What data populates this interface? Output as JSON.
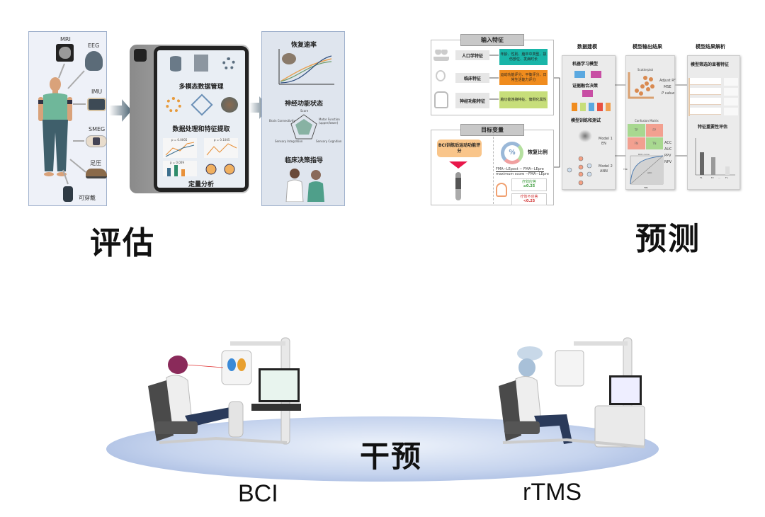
{
  "assessment": {
    "title": "评估",
    "sensors": [
      "MRI",
      "EEG",
      "IMU",
      "SMEG",
      "足压",
      "可穿戴"
    ],
    "tablet_sections": [
      "多模态数据管理",
      "数据处理和特征提取",
      "定量分析"
    ],
    "tablet_pvalues": [
      "p = 0.0005",
      "p = 0.1005",
      "p = 0.009"
    ],
    "outputs": [
      "恢复速率",
      "神经功能状态",
      "临床决策指导"
    ],
    "radar_labels": [
      "Score",
      "Motor Function (upper/lower)",
      "Sensory Cognition",
      "Sensory Integration",
      "Brain Connectivity"
    ]
  },
  "prediction": {
    "title": "预测",
    "input_header": "输入特征",
    "features": [
      {
        "label": "人口学特征",
        "value": "年龄、性别、脑卒中类型、损伤部位、发病时长",
        "color": "#19b5a8"
      },
      {
        "label": "临床特征",
        "value": "运动功能评分、平衡评分、日常生活能力评分",
        "color": "#f08c1e"
      },
      {
        "label": "神经功能特征",
        "value": "脑功能连接特征、偏侧化属性",
        "color": "#c7de7a"
      }
    ],
    "target_header": "目标变量",
    "target_label": "BCI训练后运动功能评分",
    "ratio_label": "恢复比例",
    "formula_numerator": "FMA−LEpost − FMA−LEpre",
    "formula_denominator": "maximum score −FMA−LEpre",
    "responder": {
      "label": "疗效应答",
      "threshold": "≥0.25"
    },
    "nonresponder": {
      "label": "疗效不应答",
      "threshold": "<0.25"
    },
    "columns": {
      "modeling": {
        "header": "数据建模",
        "ml_title": "机器学习模型",
        "fusion_title": "证据融合决策",
        "train_title": "模型训练和测试",
        "model1": [
          "Model 1",
          "EN"
        ],
        "model2": [
          "Model 2",
          "ANN"
        ]
      },
      "output": {
        "header": "模型输出结果",
        "scatter_title": "Scatterplot",
        "scatter_metrics": [
          "Adjust R²",
          "MSE",
          "P value"
        ],
        "confusion_title": "Confusion Matrix",
        "confusion_cells": [
          "TP",
          "FP",
          "FN",
          "TN"
        ],
        "roc_title": "ROC curve",
        "roc_x": "FPR",
        "roc_y": "TPR",
        "roc_auc": "AUC",
        "class_metrics": [
          "ACC",
          "AUC",
          "PPV",
          "NPV"
        ]
      },
      "interpretation": {
        "header": "模型结果解析",
        "selection_title": "模型筛选的显著特征",
        "importance_title": "特征重要性评估",
        "bar_labels": [
          "F1",
          "F2",
          "...",
          "Fn"
        ],
        "bar_values": [
          0.8,
          0.62,
          0.3
        ]
      }
    }
  },
  "intervention": {
    "title": "干预",
    "left_label": "BCI",
    "right_label": "rTMS"
  }
}
